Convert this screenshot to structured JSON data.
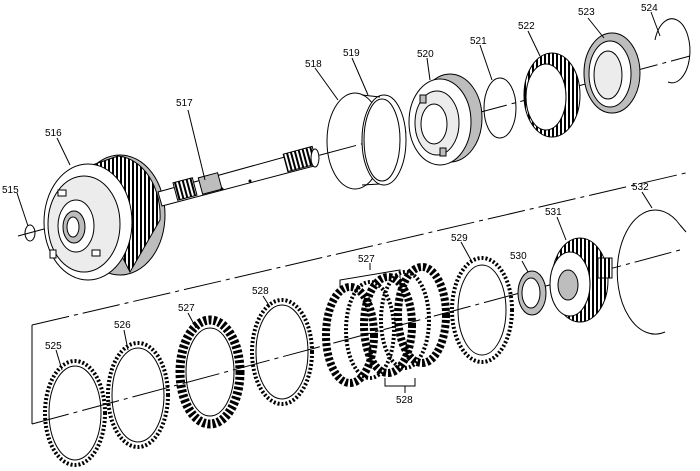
{
  "callouts": [
    {
      "id": "515",
      "text": "515"
    },
    {
      "id": "516",
      "text": "516"
    },
    {
      "id": "517",
      "text": "517"
    },
    {
      "id": "518",
      "text": "518"
    },
    {
      "id": "519",
      "text": "519"
    },
    {
      "id": "520",
      "text": "520"
    },
    {
      "id": "521",
      "text": "521"
    },
    {
      "id": "522",
      "text": "522"
    },
    {
      "id": "523",
      "text": "523"
    },
    {
      "id": "524",
      "text": "524"
    },
    {
      "id": "525",
      "text": "525"
    },
    {
      "id": "526",
      "text": "526"
    },
    {
      "id": "527a",
      "text": "527"
    },
    {
      "id": "528a",
      "text": "528"
    },
    {
      "id": "527b",
      "text": "527"
    },
    {
      "id": "528b",
      "text": "528"
    },
    {
      "id": "529",
      "text": "529"
    },
    {
      "id": "530",
      "text": "530"
    },
    {
      "id": "531",
      "text": "531"
    },
    {
      "id": "532",
      "text": "532"
    }
  ],
  "colors": {
    "ink": "#000000",
    "paper": "#ffffff",
    "shade": "#bdbdbd"
  }
}
